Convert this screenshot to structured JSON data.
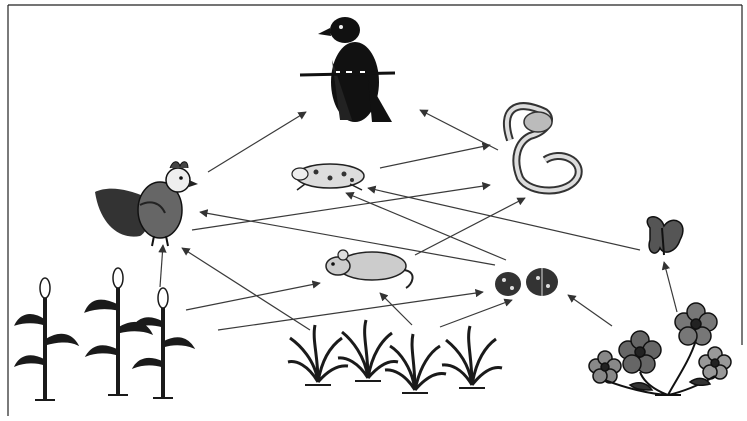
{
  "diagram": {
    "type": "food-web",
    "organisms": [
      {
        "id": "hawk",
        "icon": "hawk-icon"
      },
      {
        "id": "snake",
        "icon": "snake-icon"
      },
      {
        "id": "frog",
        "icon": "frog-icon"
      },
      {
        "id": "chicken",
        "icon": "chicken-icon"
      },
      {
        "id": "mouse",
        "icon": "mouse-icon"
      },
      {
        "id": "beetles",
        "icon": "beetle-icon"
      },
      {
        "id": "butterfly",
        "icon": "butterfly-icon"
      },
      {
        "id": "corn",
        "icon": "corn-plant-icon"
      },
      {
        "id": "rice",
        "icon": "rice-plant-icon"
      },
      {
        "id": "flowers",
        "icon": "flower-icon"
      }
    ],
    "links": [
      {
        "from": "chicken",
        "to": "hawk"
      },
      {
        "from": "snake",
        "to": "hawk"
      },
      {
        "from": "frog",
        "to": "snake"
      },
      {
        "from": "chicken",
        "to": "snake"
      },
      {
        "from": "mouse",
        "to": "snake"
      },
      {
        "from": "beetles",
        "to": "chicken"
      },
      {
        "from": "rice",
        "to": "chicken"
      },
      {
        "from": "corn",
        "to": "chicken"
      },
      {
        "from": "corn",
        "to": "mouse"
      },
      {
        "from": "corn",
        "to": "beetles"
      },
      {
        "from": "rice",
        "to": "mouse"
      },
      {
        "from": "rice",
        "to": "beetles"
      },
      {
        "from": "beetles",
        "to": "frog"
      },
      {
        "from": "butterfly",
        "to": "frog"
      },
      {
        "from": "flowers",
        "to": "beetles"
      },
      {
        "from": "flowers",
        "to": "butterfly"
      }
    ],
    "colors": {
      "line": "#3a3a3a",
      "ink": "#111111",
      "plant": "#1a1a1a"
    }
  }
}
